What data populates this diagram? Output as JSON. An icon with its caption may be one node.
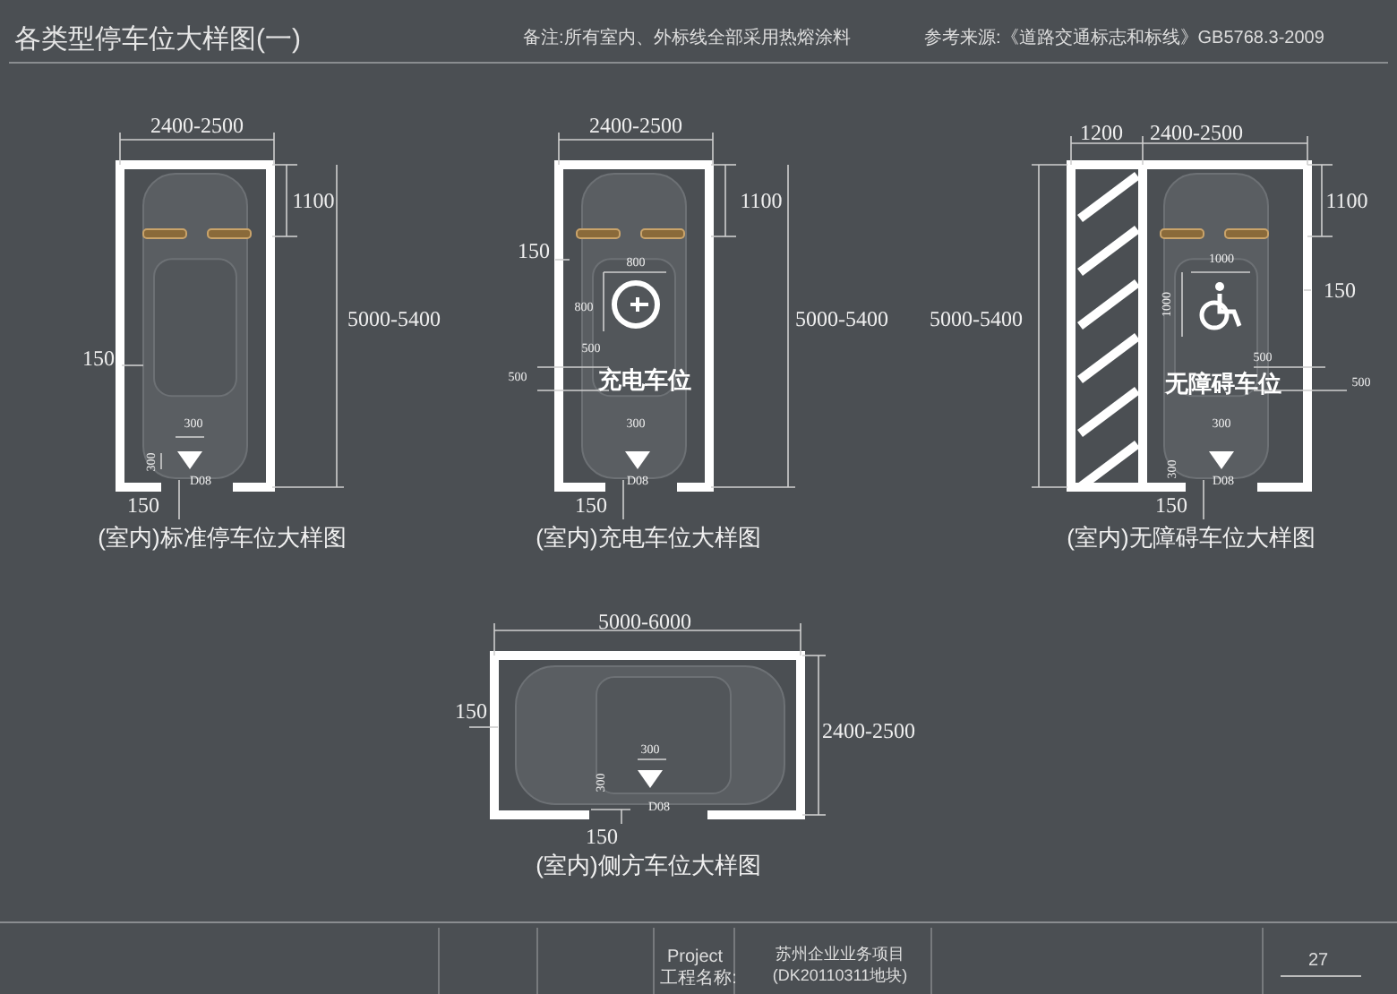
{
  "diagram": {
    "title": "各类型停车位大样图(一)",
    "labels": [
      "备注:所有室内、外标线全部采用热熔涂料",
      "参考来源:《道路交通标志和标线》GB5768.3-2009",
      "2400-2500",
      "1100",
      "5000-5400",
      "150",
      "300",
      "300",
      "D08",
      "150",
      "(室内)标准停车位大样图",
      "2400-2500",
      "1100",
      "150",
      "800",
      "800",
      "5000-5400",
      "500",
      "500",
      "充电车位",
      "300",
      "D08",
      "150",
      "(室内)充电车位大样图",
      "1200",
      "2400-2500",
      "1100",
      "5000-5400",
      "1000",
      "1000",
      "150",
      "500",
      "无障碍车位",
      "500",
      "300",
      "300",
      "D08",
      "150",
      "(室内)无障碍车位大样图",
      "5000-6000",
      "150",
      "2400-2500",
      "300",
      "300",
      "D08",
      "150",
      "(室内)侧方车位大样图",
      "Project",
      "工程名称:",
      "苏州企业业务项目",
      "(DK20110311地块)",
      "27"
    ]
  }
}
